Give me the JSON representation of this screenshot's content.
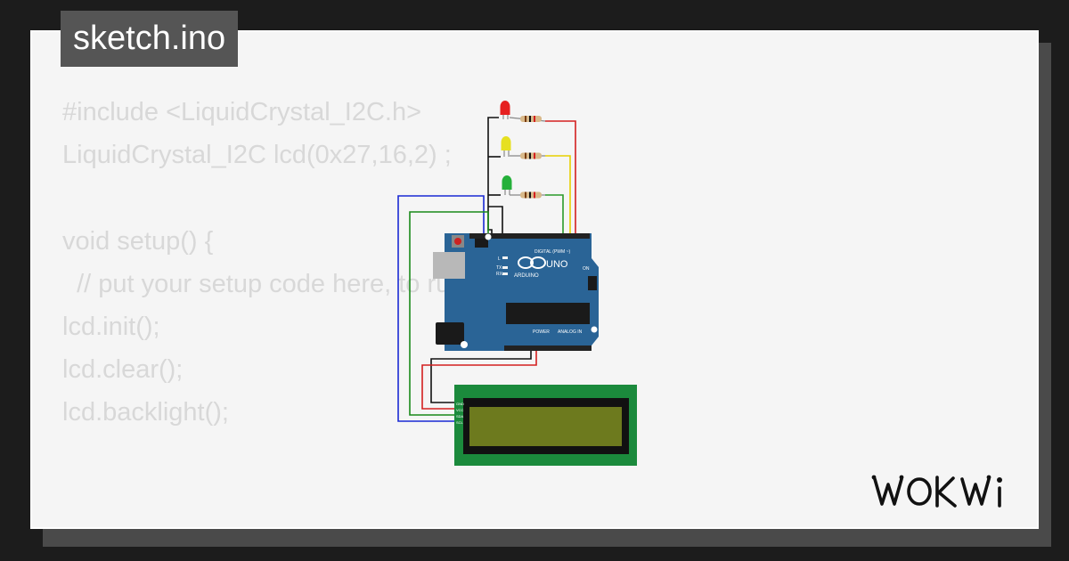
{
  "filename": "sketch.ino",
  "code_lines": [
    "#include <LiquidCrystal_I2C.h>",
    "LiquidCrystal_I2C lcd(0x27,16,2) ;",
    "",
    "void setup() {",
    "  // put your setup code here, to run once:",
    "lcd.init();",
    "lcd.clear();",
    "lcd.backlight();",
    "",
    "",
    "}"
  ],
  "board": {
    "brand": "ARDUINO",
    "model": "UNO",
    "digital_label": "DIGITAL (PWM ~)",
    "analog_label": "ANALOG IN",
    "power_label": "POWER",
    "on_label": "ON",
    "tx_label": "TX",
    "rx_label": "RX",
    "l_label": "L"
  },
  "lcd_pins": [
    "GND",
    "VCC",
    "SDA",
    "SCL"
  ],
  "logo_text": "WOKWi",
  "colors": {
    "background": "#1c1c1c",
    "card": "#f5f5f5",
    "tag_bg": "#555555",
    "code_text": "#d8d8d8",
    "board_blue": "#2a6496",
    "lcd_green": "#1b8a3c",
    "lcd_screen": "#6d7a1e",
    "led_red": "#e62020",
    "led_yellow": "#e6e020",
    "led_green": "#25b03a"
  }
}
